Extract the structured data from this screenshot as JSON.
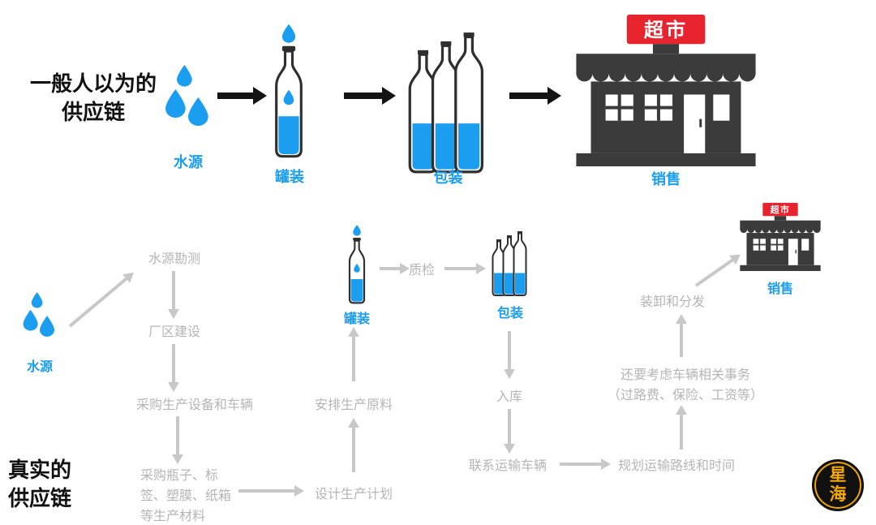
{
  "colors": {
    "blue": "#1B9DF0",
    "gray_text": "#B5B5B5",
    "arrow_gray": "#C8C8C8",
    "dark": "#3B3B3B",
    "sign_red": "#E7232D",
    "logo_gold": "#F5A800"
  },
  "top_flow": {
    "title_lines": [
      "一般人以为的",
      "供应链"
    ],
    "source_label": "水源",
    "canning_label": "罐装",
    "packing_label": "包装",
    "sale_label": "销售",
    "store_sign": "超市"
  },
  "real_flow": {
    "title_lines": [
      "真实的",
      "供应链"
    ],
    "source_label": "水源",
    "survey": "水源勘测",
    "plant": "厂区建设",
    "equipment": "采购生产设备和车辆",
    "materials_lines": [
      "采购瓶子、标",
      "签、塑膜、纸箱",
      "等生产材料"
    ],
    "plan": "设计生产计划",
    "raw_materials": "安排生产原料",
    "canning_label": "罐装",
    "qc": "质检",
    "packing_label": "包装",
    "warehouse": "入库",
    "contact_transport": "联系运输车辆",
    "route_plan": "规划运输路线和时间",
    "vehicle_lines": [
      "还要考虑车辆相关事务",
      "（过路费、保险、工资等）"
    ],
    "unload": "装卸和分发",
    "sale_label": "销售",
    "store_sign": "超市"
  },
  "logo": {
    "line1": "星",
    "line2": "海"
  }
}
